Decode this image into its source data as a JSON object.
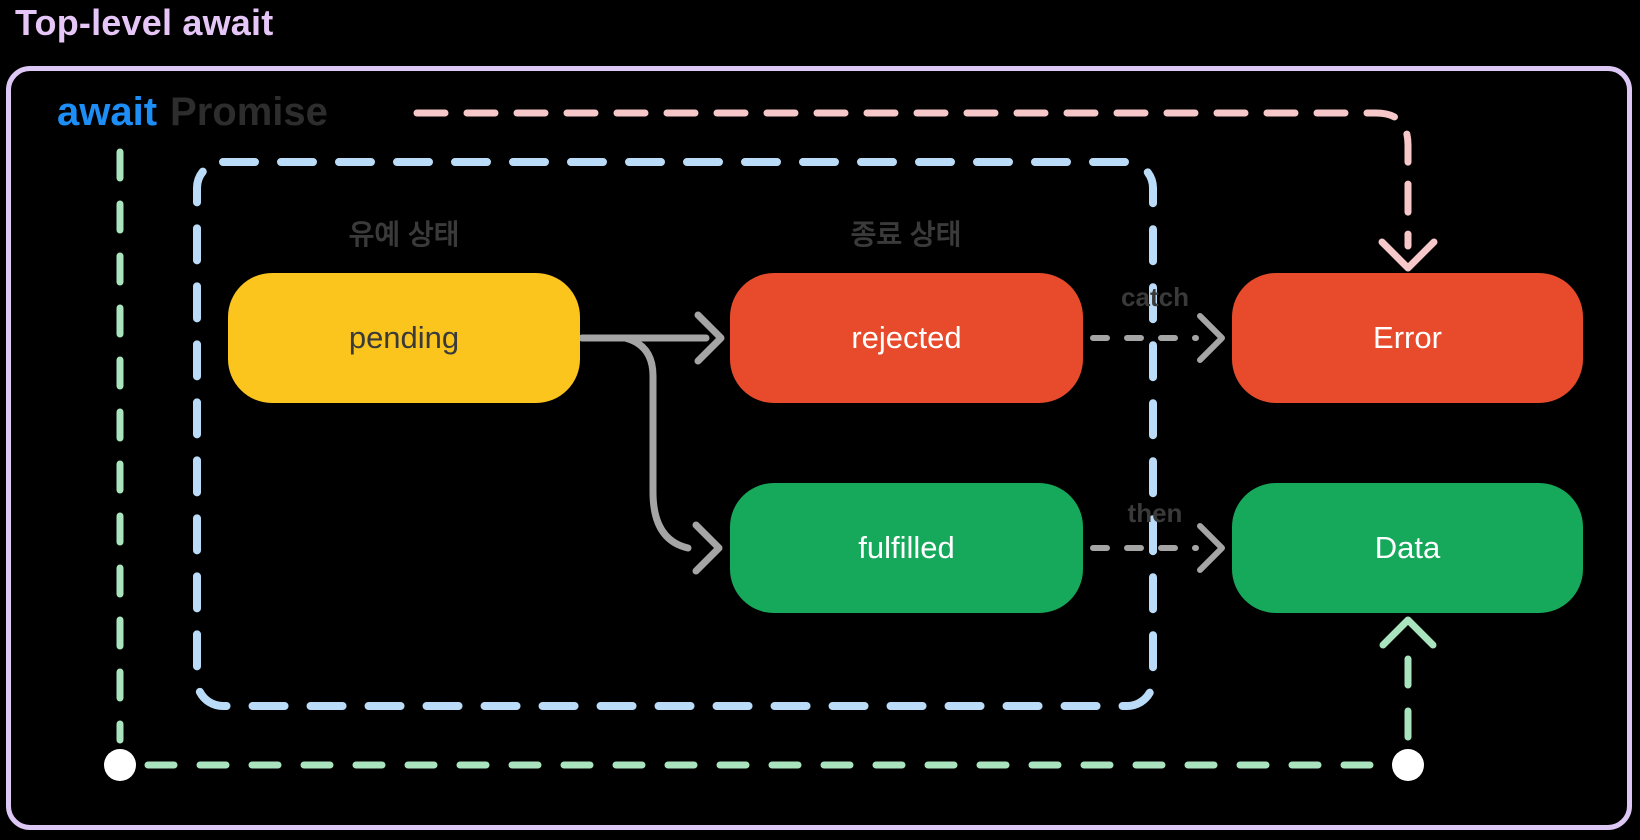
{
  "title": "Top-level await",
  "scope": {
    "await_keyword": "await",
    "promise_word": "Promise"
  },
  "promise_states_box": {
    "pending_group_label": "유예 상태",
    "settled_group_label": "종료 상태",
    "pending": "pending",
    "rejected": "rejected",
    "fulfilled": "fulfilled"
  },
  "outputs": {
    "error": "Error",
    "data": "Data"
  },
  "edges": {
    "catch": "catch",
    "then": "then"
  },
  "colors": {
    "background": "#000000",
    "title_text": "#e5c6f7",
    "outer_border": "#ddc7f4",
    "await_blue": "#1e8ef7",
    "promise_text": "#2d2d2d",
    "inner_border_blue": "#badcf8",
    "pink_connector": "#f7c8c9",
    "green_connector": "#a9e4be",
    "gray_connector": "#a5a5a5",
    "group_label_text": "#3a3a3a",
    "pending_yellow": "#fbc51e",
    "rejected_red": "#e84b2b",
    "fulfilled_green": "#17a95b",
    "pill_dark_text": "#3a3a3a",
    "pill_light_text": "#ffffff",
    "node_dot": "#ffffff"
  }
}
